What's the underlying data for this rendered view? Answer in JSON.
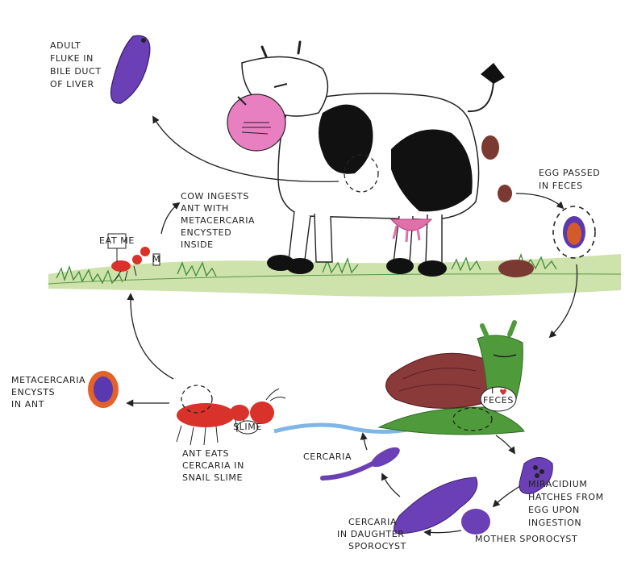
{
  "labels": {
    "adult_fluke": [
      "ADULT",
      "FLUKE IN",
      "BILE DUCT",
      "OF LIVER"
    ],
    "egg_passed": [
      "EGG PASSED",
      "IN FECES"
    ],
    "cow_ingests": [
      "COW INGESTS",
      "ANT WITH",
      "METACERCARIA",
      "ENCYSTED",
      "INSIDE"
    ],
    "metacercaria_encysts": [
      "METACERCARIA",
      "ENCYSTS",
      "IN ANT"
    ],
    "ant_eats": [
      "ANT EATS",
      "CERCARIA IN",
      "SNAIL SLIME"
    ],
    "cercaria": "CERCARIA",
    "cercaria_daughter": [
      "CERCARIA",
      "IN DAUGHTER",
      "SPOROCYST"
    ],
    "mother_sporocyst": "MOTHER SPOROCYST",
    "miracidium": [
      "MIRACIDIUM",
      "HATCHES FROM",
      "EGG UPON",
      "INGESTION"
    ]
  },
  "signs": {
    "ant_sign": "EAT ME",
    "ant_bottle": "M",
    "snail_sign_top": "I",
    "snail_sign_bottom": "FECES",
    "ant_sign2": "SLIME"
  },
  "colors": {
    "grass": "#b9d98a",
    "fluke": "#6b3fb5",
    "ant": "#d8322a",
    "snail_shell": "#8b3a3a",
    "snail_body": "#4f9a3a",
    "slime": "#7fb6e8",
    "cow_spot": "#111111",
    "udder": "#e070a8",
    "feces": "#7a3a32",
    "egg_shell": "#d45a2a"
  }
}
